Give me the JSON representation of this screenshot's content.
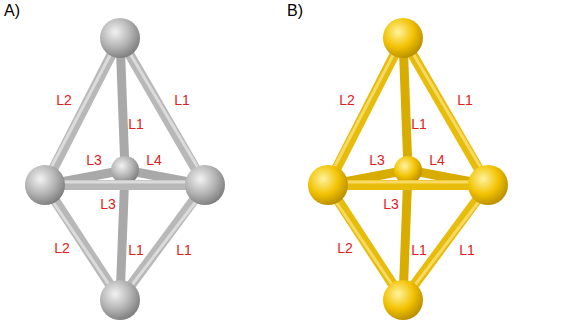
{
  "diagram": {
    "labels": [
      "A)",
      "B)",
      "L2",
      "L1",
      "L1",
      "L3",
      "L4",
      "L3",
      "L2",
      "L1",
      "L1",
      "L2",
      "L1",
      "L1",
      "L3",
      "L4",
      "L3",
      "L2",
      "L1",
      "L1"
    ]
  }
}
